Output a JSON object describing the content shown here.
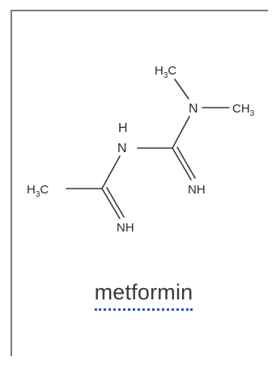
{
  "molecule": {
    "atoms": {
      "n_h_label": "H",
      "n_nh_bridge": "N",
      "n_dimethyl": "N",
      "imine_right": "NH",
      "imine_left": "NH"
    },
    "methyl_groups": {
      "top": {
        "main": "H",
        "sub": "3",
        "tail": "C"
      },
      "right": {
        "main": "CH",
        "sub": "3"
      },
      "left": {
        "main": "H",
        "sub": "3",
        "tail": "C"
      }
    }
  },
  "caption": {
    "name": "metformin",
    "underline_color": "#2d4fd6"
  }
}
